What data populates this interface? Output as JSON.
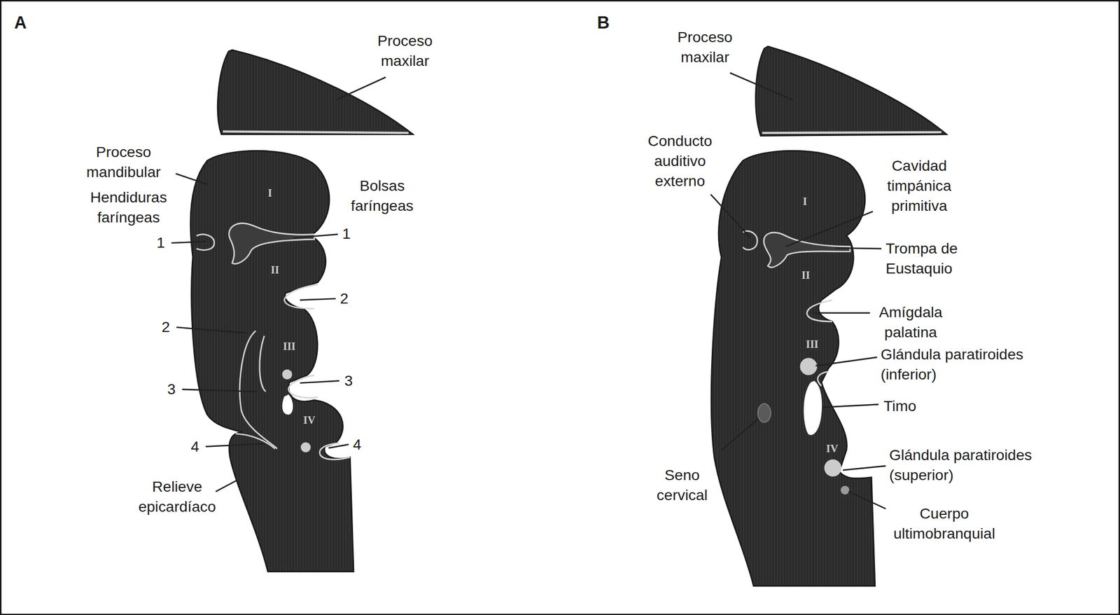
{
  "diagram": {
    "labels": [
      "A",
      "Proceso maxilar",
      "Proceso mandibular",
      "Hendiduras faríngeas",
      "Bolsas faríngeas",
      "I",
      "1",
      "1",
      "II",
      "2",
      "2",
      "III",
      "3",
      "3",
      "IV",
      "4",
      "4",
      "Relieve epicardíaco",
      "B",
      "Proceso maxilar",
      "Conducto auditivo externo",
      "Cavidad timpánica primitiva",
      "I",
      "Trompa de Eustaquio",
      "II",
      "Amígdala palatina",
      "III",
      "Glándula paratiroides (inferior)",
      "Timo",
      "IV",
      "Glándula paratiroides (superior)",
      "Seno cervical",
      "Cuerpo ultimobranquial"
    ]
  }
}
